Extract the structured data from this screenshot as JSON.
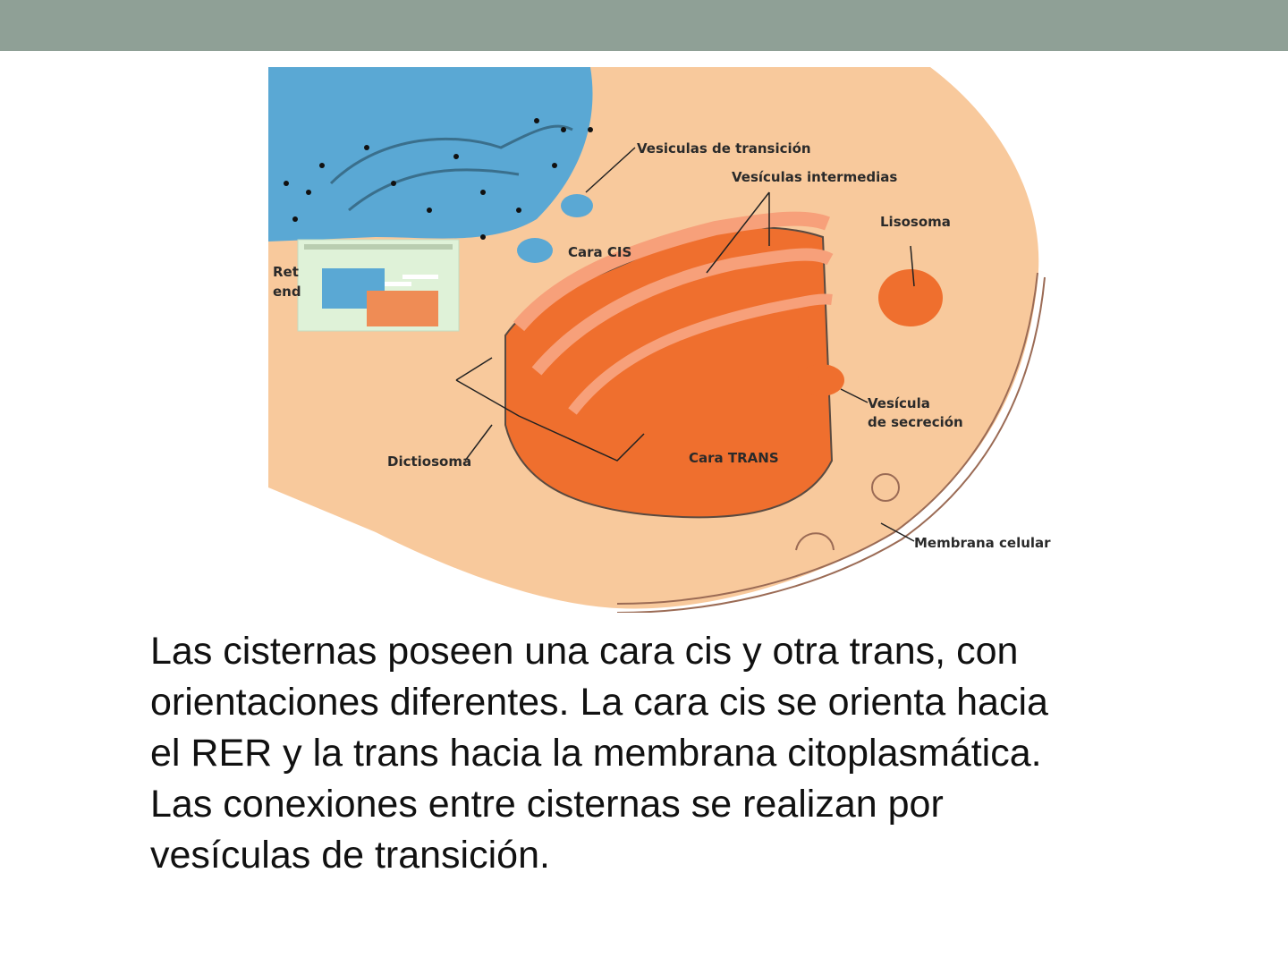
{
  "diagram": {
    "labels": {
      "vesiculas_transicion": "Vesiculas de transición",
      "vesiculas_intermedias": "Vesículas intermedias",
      "lisosoma": "Lisosoma",
      "cara_cis": "Cara CIS",
      "reticulo_partial_1": "Ret",
      "reticulo_partial_2": "end",
      "vesicula_secrecion_1": "Vesícula",
      "vesicula_secrecion_2": "de secreción",
      "dictiosoma": "Dictiosoma",
      "cara_trans": "Cara TRANS",
      "membrana_celular": "Membrana celular"
    },
    "colors": {
      "cytoplasm": "#f8c99c",
      "reticulum": "#5aa8d4",
      "golgi": "#ef6f2e",
      "golgi_light": "#f7a07a",
      "topbar": "#8fa096"
    }
  },
  "text": {
    "lines": [
      "Las cisternas poseen una cara cis y otra trans, con",
      "orientaciones diferentes. La cara cis se orienta hacia",
      "el RER y la trans hacia la membrana citoplasmática.",
      "Las conexiones entre cisternas se realizan por",
      "vesículas de transición."
    ]
  }
}
